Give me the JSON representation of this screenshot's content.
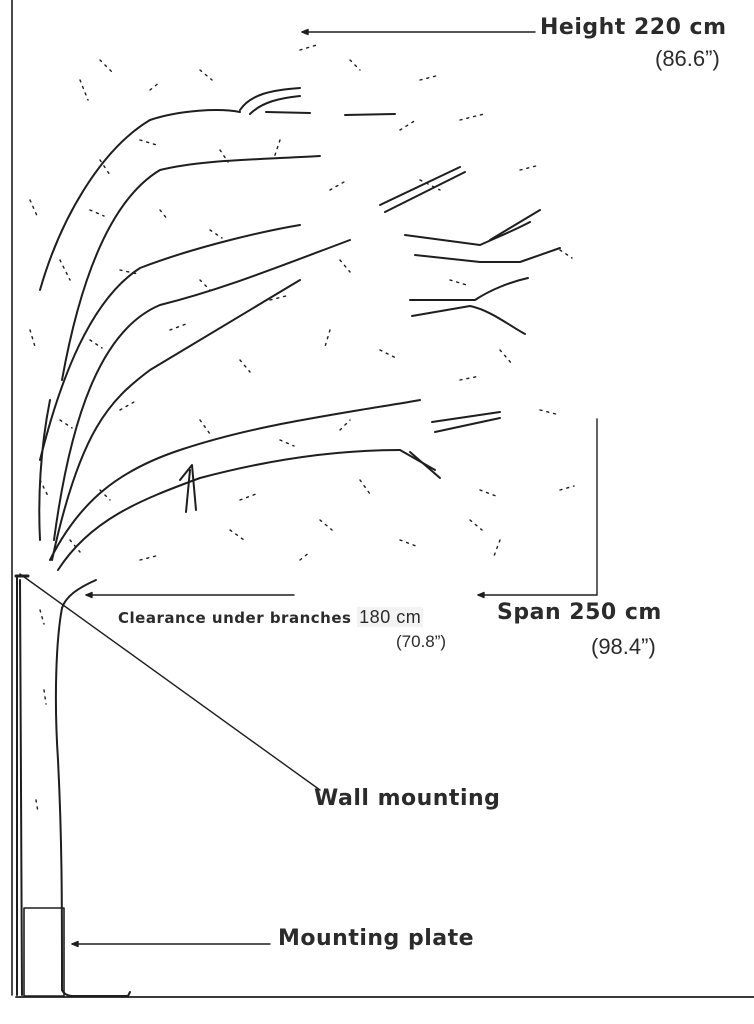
{
  "diagram": {
    "type": "dimension-drawing",
    "subject": "wall-mounted tree",
    "labels": {
      "height": {
        "title": "Height 220 cm",
        "imperial": "(86.6”)"
      },
      "clearance": {
        "title": "Clearance under branches",
        "metric": "180 cm",
        "imperial": "(70.8”)"
      },
      "span": {
        "title": "Span 250 cm",
        "imperial": "(98.4”)"
      },
      "wall_mounting": {
        "title": "Wall mounting"
      },
      "mounting_plate": {
        "title": "Mounting plate"
      }
    },
    "dimensions": {
      "height_cm": 220,
      "height_in": 86.6,
      "clearance_cm": 180,
      "clearance_in": 70.8,
      "span_cm": 250,
      "span_in": 98.4
    },
    "colors": {
      "line": "#1e1e1e",
      "text": "#2b2b2b",
      "background": "#ffffff"
    }
  }
}
